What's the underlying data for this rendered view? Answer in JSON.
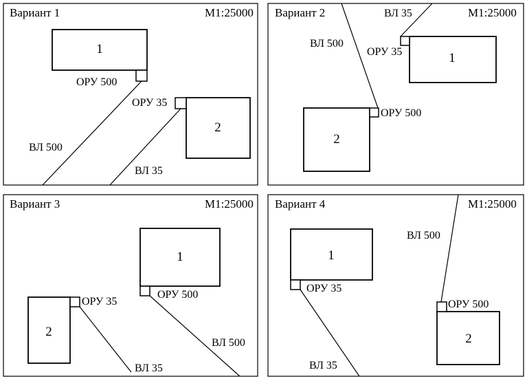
{
  "panels": [
    {
      "title": "Вариант 1",
      "scale": "М1:25000",
      "block1_label": "1",
      "block2_label": "2",
      "oru500_label": "ОРУ 500",
      "oru35_label": "ОРУ 35",
      "vl500_label": "ВЛ 500",
      "vl35_label": "ВЛ 35"
    },
    {
      "title": "Вариант 2",
      "scale": "М1:25000",
      "block1_label": "1",
      "block2_label": "2",
      "oru500_label": "ОРУ 500",
      "oru35_label": "ОРУ 35",
      "vl500_label": "ВЛ 500",
      "vl35_label": "ВЛ 35"
    },
    {
      "title": "Вариант 3",
      "scale": "М1:25000",
      "block1_label": "1",
      "block2_label": "2",
      "oru500_label": "ОРУ 500",
      "oru35_label": "ОРУ 35",
      "vl500_label": "ВЛ 500",
      "vl35_label": "ВЛ 35"
    },
    {
      "title": "Вариант 4",
      "scale": "М1:25000",
      "block1_label": "1",
      "block2_label": "2",
      "oru500_label": "ОРУ 500",
      "oru35_label": "ОРУ 35",
      "vl500_label": "ВЛ 500",
      "vl35_label": "ВЛ 35"
    }
  ]
}
